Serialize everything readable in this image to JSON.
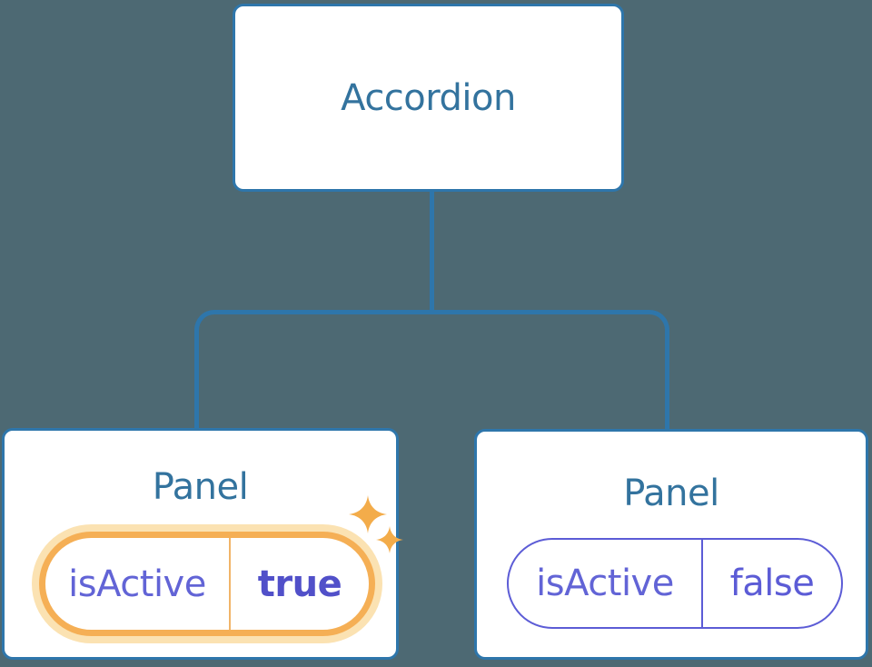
{
  "colors": {
    "background": "#4D6973",
    "connector_blue": "#2E76AB",
    "node_border_blue": "#2E76AB",
    "node_title_blue": "#33739E",
    "prop_purple": "#6264D6",
    "value_purple": "#5150C9",
    "pill_purple_border": "#5C5CD6",
    "highlight_orange": "#F5AF55",
    "highlight_halo": "#FBE2B2",
    "highlight_divider": "#F1B468",
    "sparkle_orange": "#F3AC4A"
  },
  "tree": {
    "root": {
      "label": "Accordion"
    },
    "children": [
      {
        "title": "Panel",
        "prop_name": "isActive",
        "prop_value": "true",
        "highlighted": true,
        "sparkles": true
      },
      {
        "title": "Panel",
        "prop_name": "isActive",
        "prop_value": "false",
        "highlighted": false,
        "sparkles": false
      }
    ]
  }
}
